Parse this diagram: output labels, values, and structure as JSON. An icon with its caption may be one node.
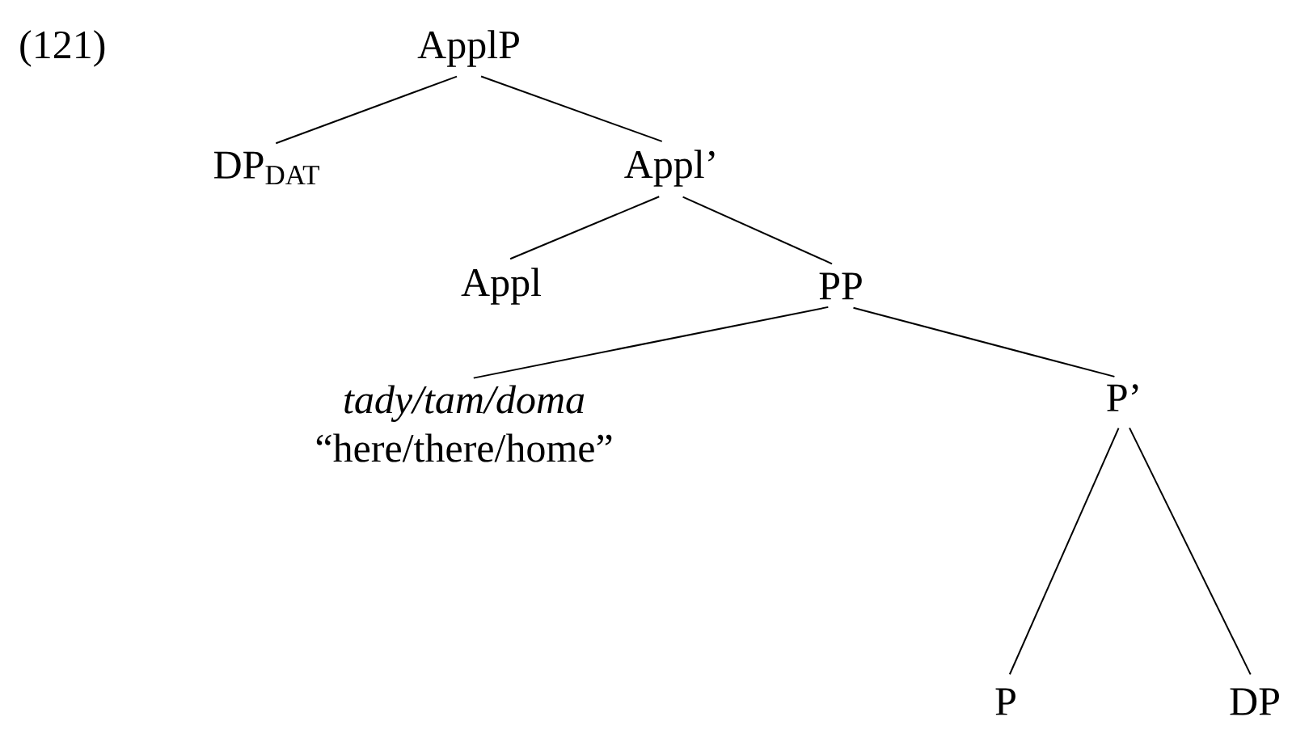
{
  "diagram": {
    "nodes": [
      {
        "text": [
          "ApplP"
        ]
      },
      {
        "text": [
          "DP$_{DAT}$"
        ]
      },
      {
        "text": [
          "Appl’"
        ]
      },
      {
        "text": [
          "Appl"
        ]
      },
      {
        "text": [
          "PP"
        ]
      },
      {
        "text": [
          "tady/tam/doma",
          "“here/there/home”"
        ]
      },
      {
        "text": [
          "P’"
        ]
      },
      {
        "text": [
          "P"
        ]
      },
      {
        "text": [
          "DP"
        ]
      }
    ],
    "edges": [
      {
        "from": 0,
        "to": 1,
        "arrow": "none"
      },
      {
        "from": 0,
        "to": 2,
        "arrow": "none"
      },
      {
        "from": 2,
        "to": 3,
        "arrow": "none"
      },
      {
        "from": 2,
        "to": 4,
        "arrow": "none"
      },
      {
        "from": 4,
        "to": 5,
        "arrow": "none"
      },
      {
        "from": 4,
        "to": 6,
        "arrow": "none"
      },
      {
        "from": 6,
        "to": 7,
        "arrow": "none"
      },
      {
        "from": 6,
        "to": 8,
        "arrow": "none"
      }
    ],
    "labels": [
      "(121)"
    ]
  }
}
